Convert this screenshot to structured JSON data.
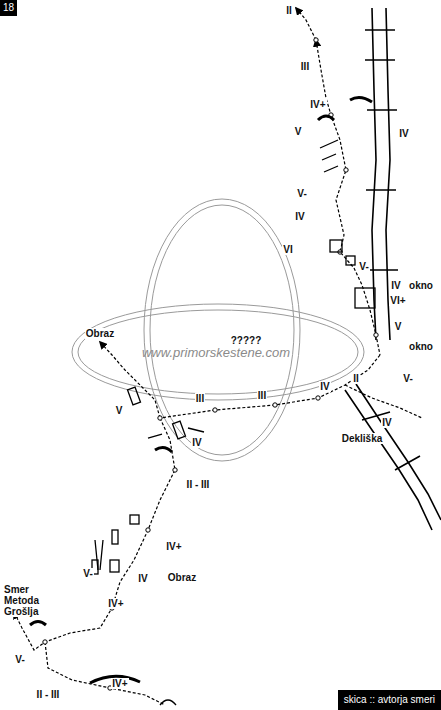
{
  "diagram": {
    "nodes": [
      {
        "text": [
          "18"
        ]
      },
      {
        "text": [
          "skica :: avtorja smeri"
        ]
      }
    ],
    "labels": [
      "II",
      "III",
      "IV+",
      "V",
      "IV",
      "V-",
      "IV",
      "VI",
      "V-",
      "IV",
      "okno",
      "VI+",
      "V",
      "okno",
      "V-",
      "II",
      "IV",
      "IV",
      "Dekliška",
      "III",
      "III",
      "V",
      "IV",
      "II - III",
      "Obraz",
      "?????",
      "www.primorskestene.com",
      "IV+",
      "IV",
      "V-",
      "Obraz",
      "Smer Metoda Grošlja",
      "IV+",
      "V-",
      "II - III",
      "IV+"
    ]
  }
}
